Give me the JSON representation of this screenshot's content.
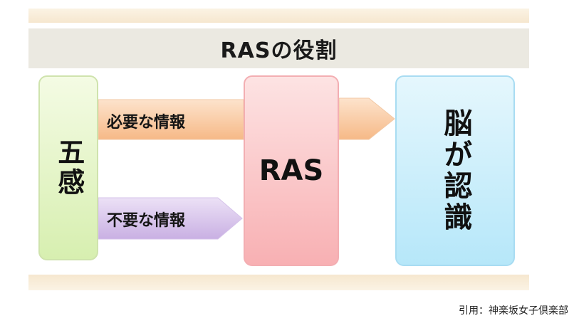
{
  "title": "RASの役割",
  "boxes": {
    "senses": "五感",
    "ras": "RAS",
    "brain": "脳が認識"
  },
  "arrows": {
    "needed": "必要な情報",
    "unneeded": "不要な情報"
  },
  "caption": "引用：神楽坂女子倶楽部",
  "colors": {
    "needed_arrow": "#f9c79c",
    "unneeded_arrow": "#d3bce8",
    "senses_box": "#d7efb0",
    "ras_box": "#f8b0b3",
    "brain_box": "#b6e7f9"
  }
}
